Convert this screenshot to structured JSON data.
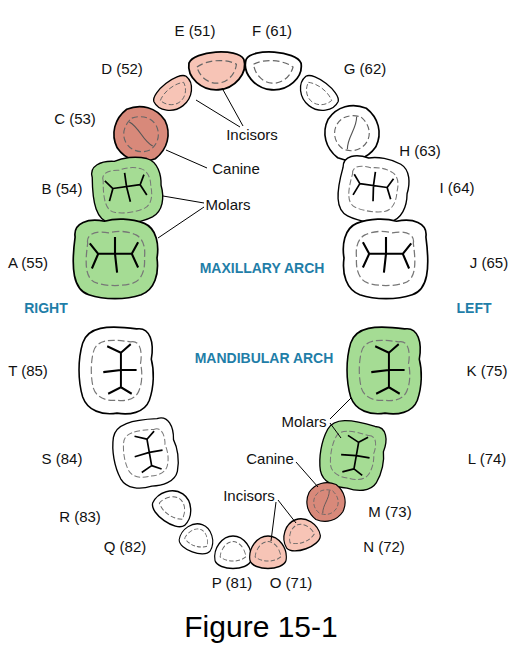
{
  "diagram": {
    "caption": "Figure 15-1",
    "labels": [
      "E (51)",
      "F (61)",
      "D (52)",
      "G (62)",
      "C (53)",
      "H (63)",
      "B (54)",
      "I (64)",
      "A (55)",
      "J (65)",
      "Incisors",
      "Canine",
      "Molars",
      "MAXILLARY ARCH",
      "RIGHT",
      "LEFT",
      "MANDIBULAR ARCH",
      "T (85)",
      "K (75)",
      "Molars",
      "S (84)",
      "L (74)",
      "Canine",
      "R (83)",
      "M (73)",
      "Incisors",
      "Q (82)",
      "N (72)",
      "P (81)",
      "O (71)"
    ]
  }
}
